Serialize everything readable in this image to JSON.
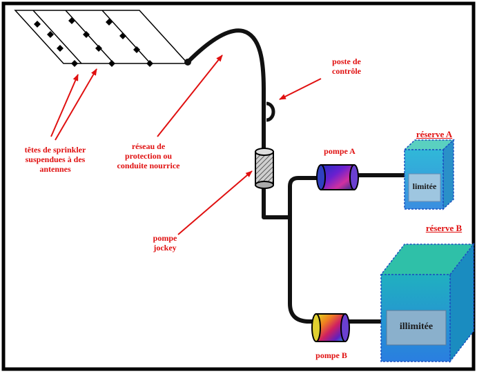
{
  "labels": {
    "sprinkler_heads": "têtes de sprinkler\nsuspendues à des\nantennes",
    "network": "réseau de\nprotection ou\nconduite nourrice",
    "control_station": "poste de\ncontrôle",
    "jockey_pump": "pompe\njockey",
    "pump_a": "pompe A",
    "pump_b": "pompe B",
    "reserve_a": "réserve A",
    "reserve_b": "réserve B",
    "limited": "limitée",
    "unlimited": "illimitée"
  },
  "colors": {
    "frame": "#000000",
    "pipe": "#111111",
    "arrow": "#e01010",
    "label": "#e01010",
    "reserve_a_front": "#3aa8d8",
    "reserve_a_top": "#5ad0c0",
    "reserve_b_front": "#2a9ed8",
    "reserve_b_top": "#2fc0a8"
  },
  "icons": {
    "sprinkler_head": "diamond-icon",
    "pump": "cylinder-pump-icon",
    "reservoir": "box-3d-icon"
  }
}
